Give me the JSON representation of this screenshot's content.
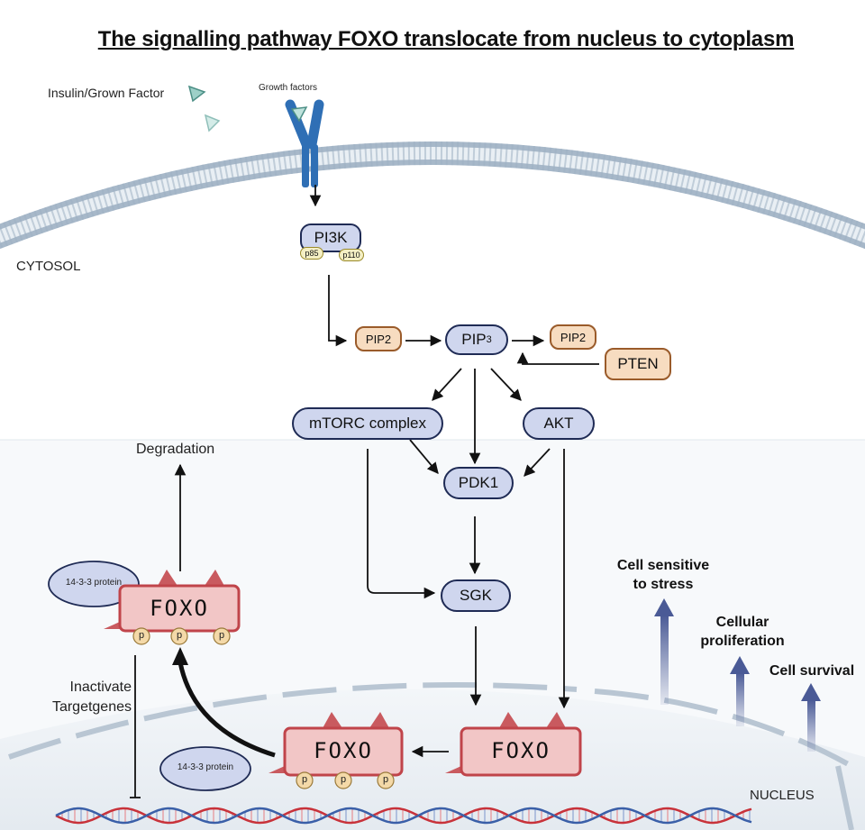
{
  "title": "The signalling pathway FOXO translocate from nucleus to cytoplasm",
  "labels": {
    "insulin": "Insulin/Grown Factor",
    "growth_factors": "Growth factors",
    "cytosol": "CYTOSOL",
    "nucleus": "NUCLEUS",
    "degradation": "Degradation",
    "inactivate": "Inactivate",
    "targetgenes": "Targetgenes"
  },
  "nodes": {
    "pi3k": "PI3K",
    "p85": "p85",
    "p110": "p110",
    "pip2_left": "PIP2",
    "pip3": "PIP",
    "pip3_sub": "3",
    "pip2_right": "PIP2",
    "pten": "PTEN",
    "mtorc": "mTORC complex",
    "akt": "AKT",
    "pdk1": "PDK1",
    "sgk": "SGK"
  },
  "foxo": {
    "label": "FOXO",
    "phospho": "p",
    "protein_1433": "14-3-3 protein"
  },
  "effects": {
    "stress_line1": "Cell sensitive",
    "stress_line2": "to stress",
    "prolif_line1": "Cellular",
    "prolif_line2": "proliferation",
    "survival": "Cell survival"
  },
  "colors": {
    "node_fill": "#cfd6ee",
    "node_border": "#1f2b55",
    "lipid_fill": "#f7dcc0",
    "lipid_border": "#9a5b2a",
    "foxo_fill": "#f2c6c6",
    "foxo_border": "#c0444a",
    "receptor": "#2f6fb5",
    "membrane": "#a9b9c9",
    "effect_arrow": "#4a5a96",
    "dna_red": "#c8323a",
    "dna_blue": "#3a5fa8"
  }
}
